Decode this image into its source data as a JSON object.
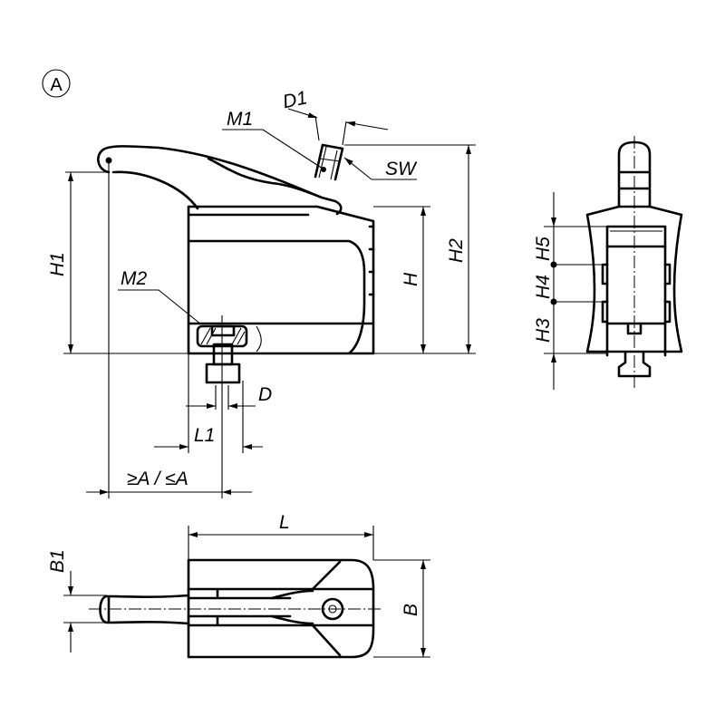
{
  "view_marker": "A",
  "side_view": {
    "labels": {
      "m1": "M1",
      "d1": "D1",
      "sw": "SW",
      "h1": "H1",
      "m2": "M2",
      "h": "H",
      "h2": "H2",
      "d": "D",
      "l1": "L1",
      "a": "≥A / ≤A"
    }
  },
  "front_view": {
    "labels": {
      "h5": "H5",
      "h4": "H4",
      "h3": "H3"
    }
  },
  "top_view": {
    "labels": {
      "l": "L",
      "b1": "B1",
      "b": "B"
    }
  }
}
